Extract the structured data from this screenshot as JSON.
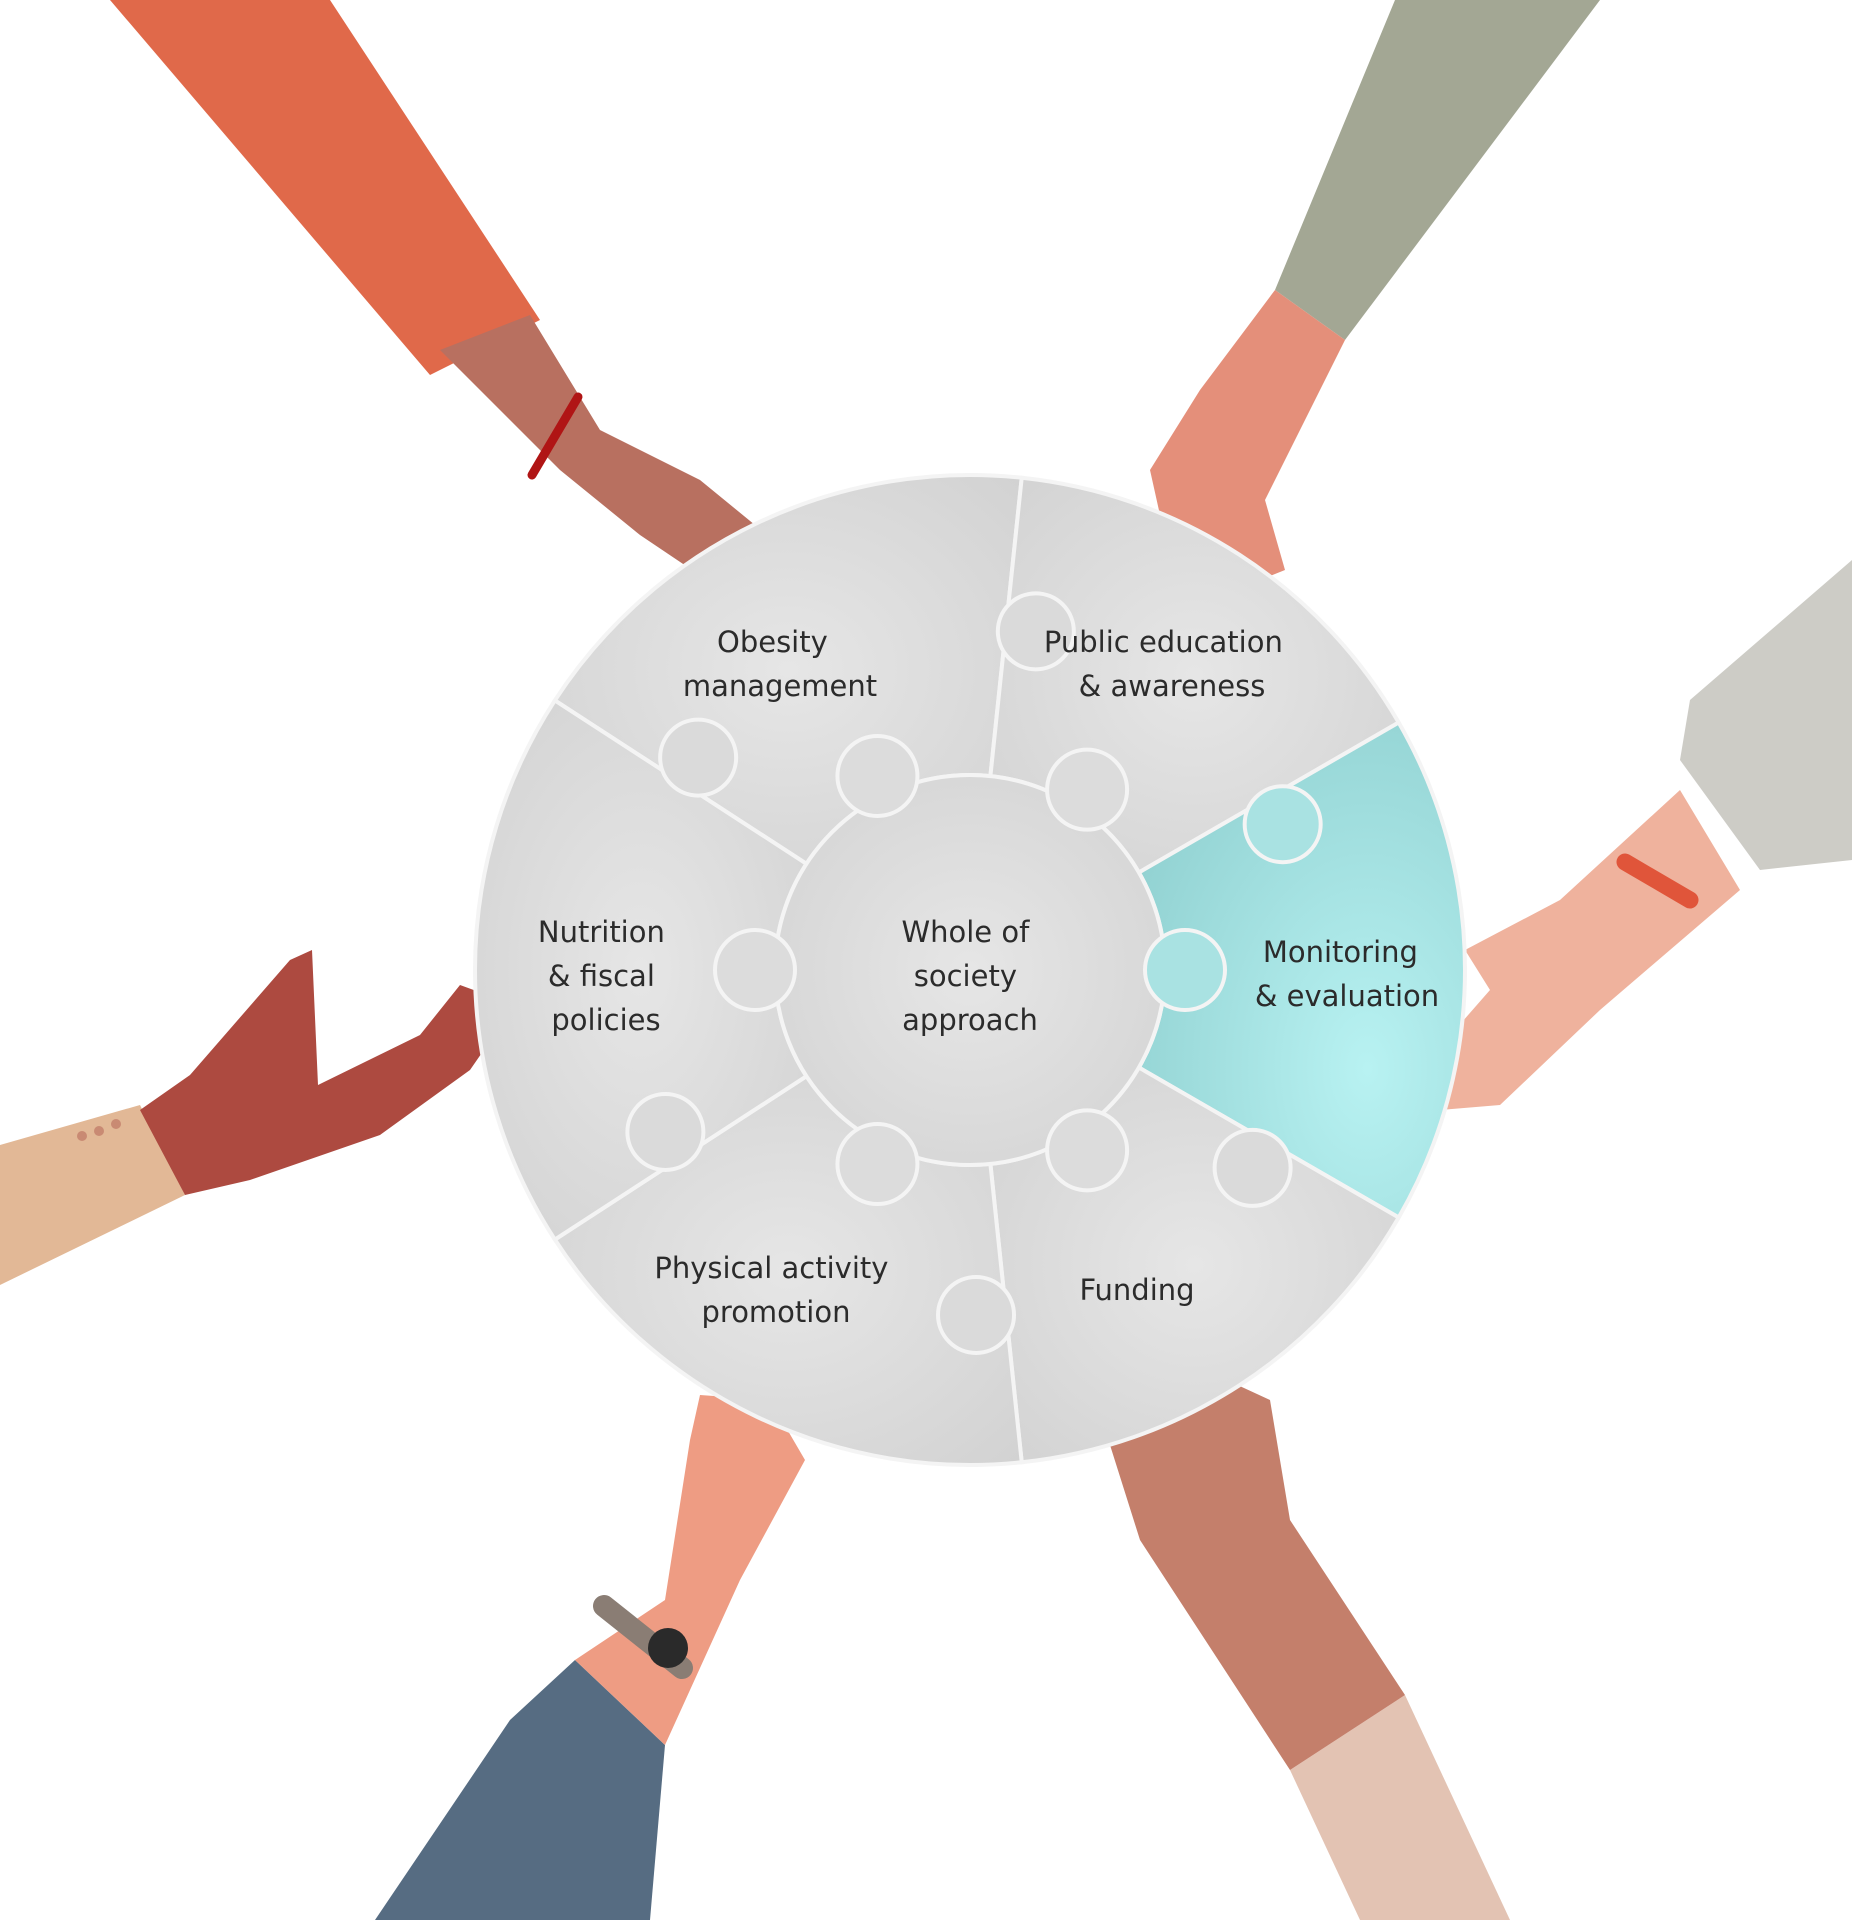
{
  "center": {
    "label_lines": [
      "Whole of",
      "society",
      "approach"
    ]
  },
  "pieces": [
    {
      "id": "obesity-management",
      "label_lines": [
        "Obesity",
        "management"
      ],
      "highlighted": false
    },
    {
      "id": "public-education-awareness",
      "label_lines": [
        "Public education",
        "& awareness"
      ],
      "highlighted": false
    },
    {
      "id": "monitoring-evaluation",
      "label_lines": [
        "Monitoring",
        "& evaluation"
      ],
      "highlighted": true
    },
    {
      "id": "funding",
      "label_lines": [
        "Funding"
      ],
      "highlighted": false
    },
    {
      "id": "physical-activity-promotion",
      "label_lines": [
        "Physical activity",
        "promotion"
      ],
      "highlighted": false
    },
    {
      "id": "nutrition-fiscal-policies",
      "label_lines": [
        "Nutrition",
        "& fiscal",
        "policies"
      ],
      "highlighted": false
    }
  ],
  "colors": {
    "piece_fill": "#d8d8d8",
    "piece_edge": "#f4f4f4",
    "highlight_fill": "#a9e6e6",
    "label_text": "#2b2b2b",
    "sleeve_orange": "#e0694a",
    "sleeve_striped": "#a3a794",
    "sleeve_grey": "#cdccc6",
    "sleeve_tan": "#e2b896",
    "sleeve_denim": "#566c82",
    "sleeve_blush": "#e3c3b3",
    "skin_brown": "#b87060",
    "skin_peach": "#e48f7a",
    "skin_light": "#efb29d",
    "skin_red_brown": "#ad4a40",
    "skin_salmon": "#ee9c83",
    "skin_tan_brown": "#c47f6b",
    "bracelet_red": "#b01515",
    "bracelet_orange": "#e0553a",
    "watch_strap": "#8a7d74",
    "watch_face": "#2a2a2a"
  },
  "icons": [
    "hand-icon",
    "puzzle-piece-icon",
    "bracelet-icon",
    "watch-icon"
  ]
}
